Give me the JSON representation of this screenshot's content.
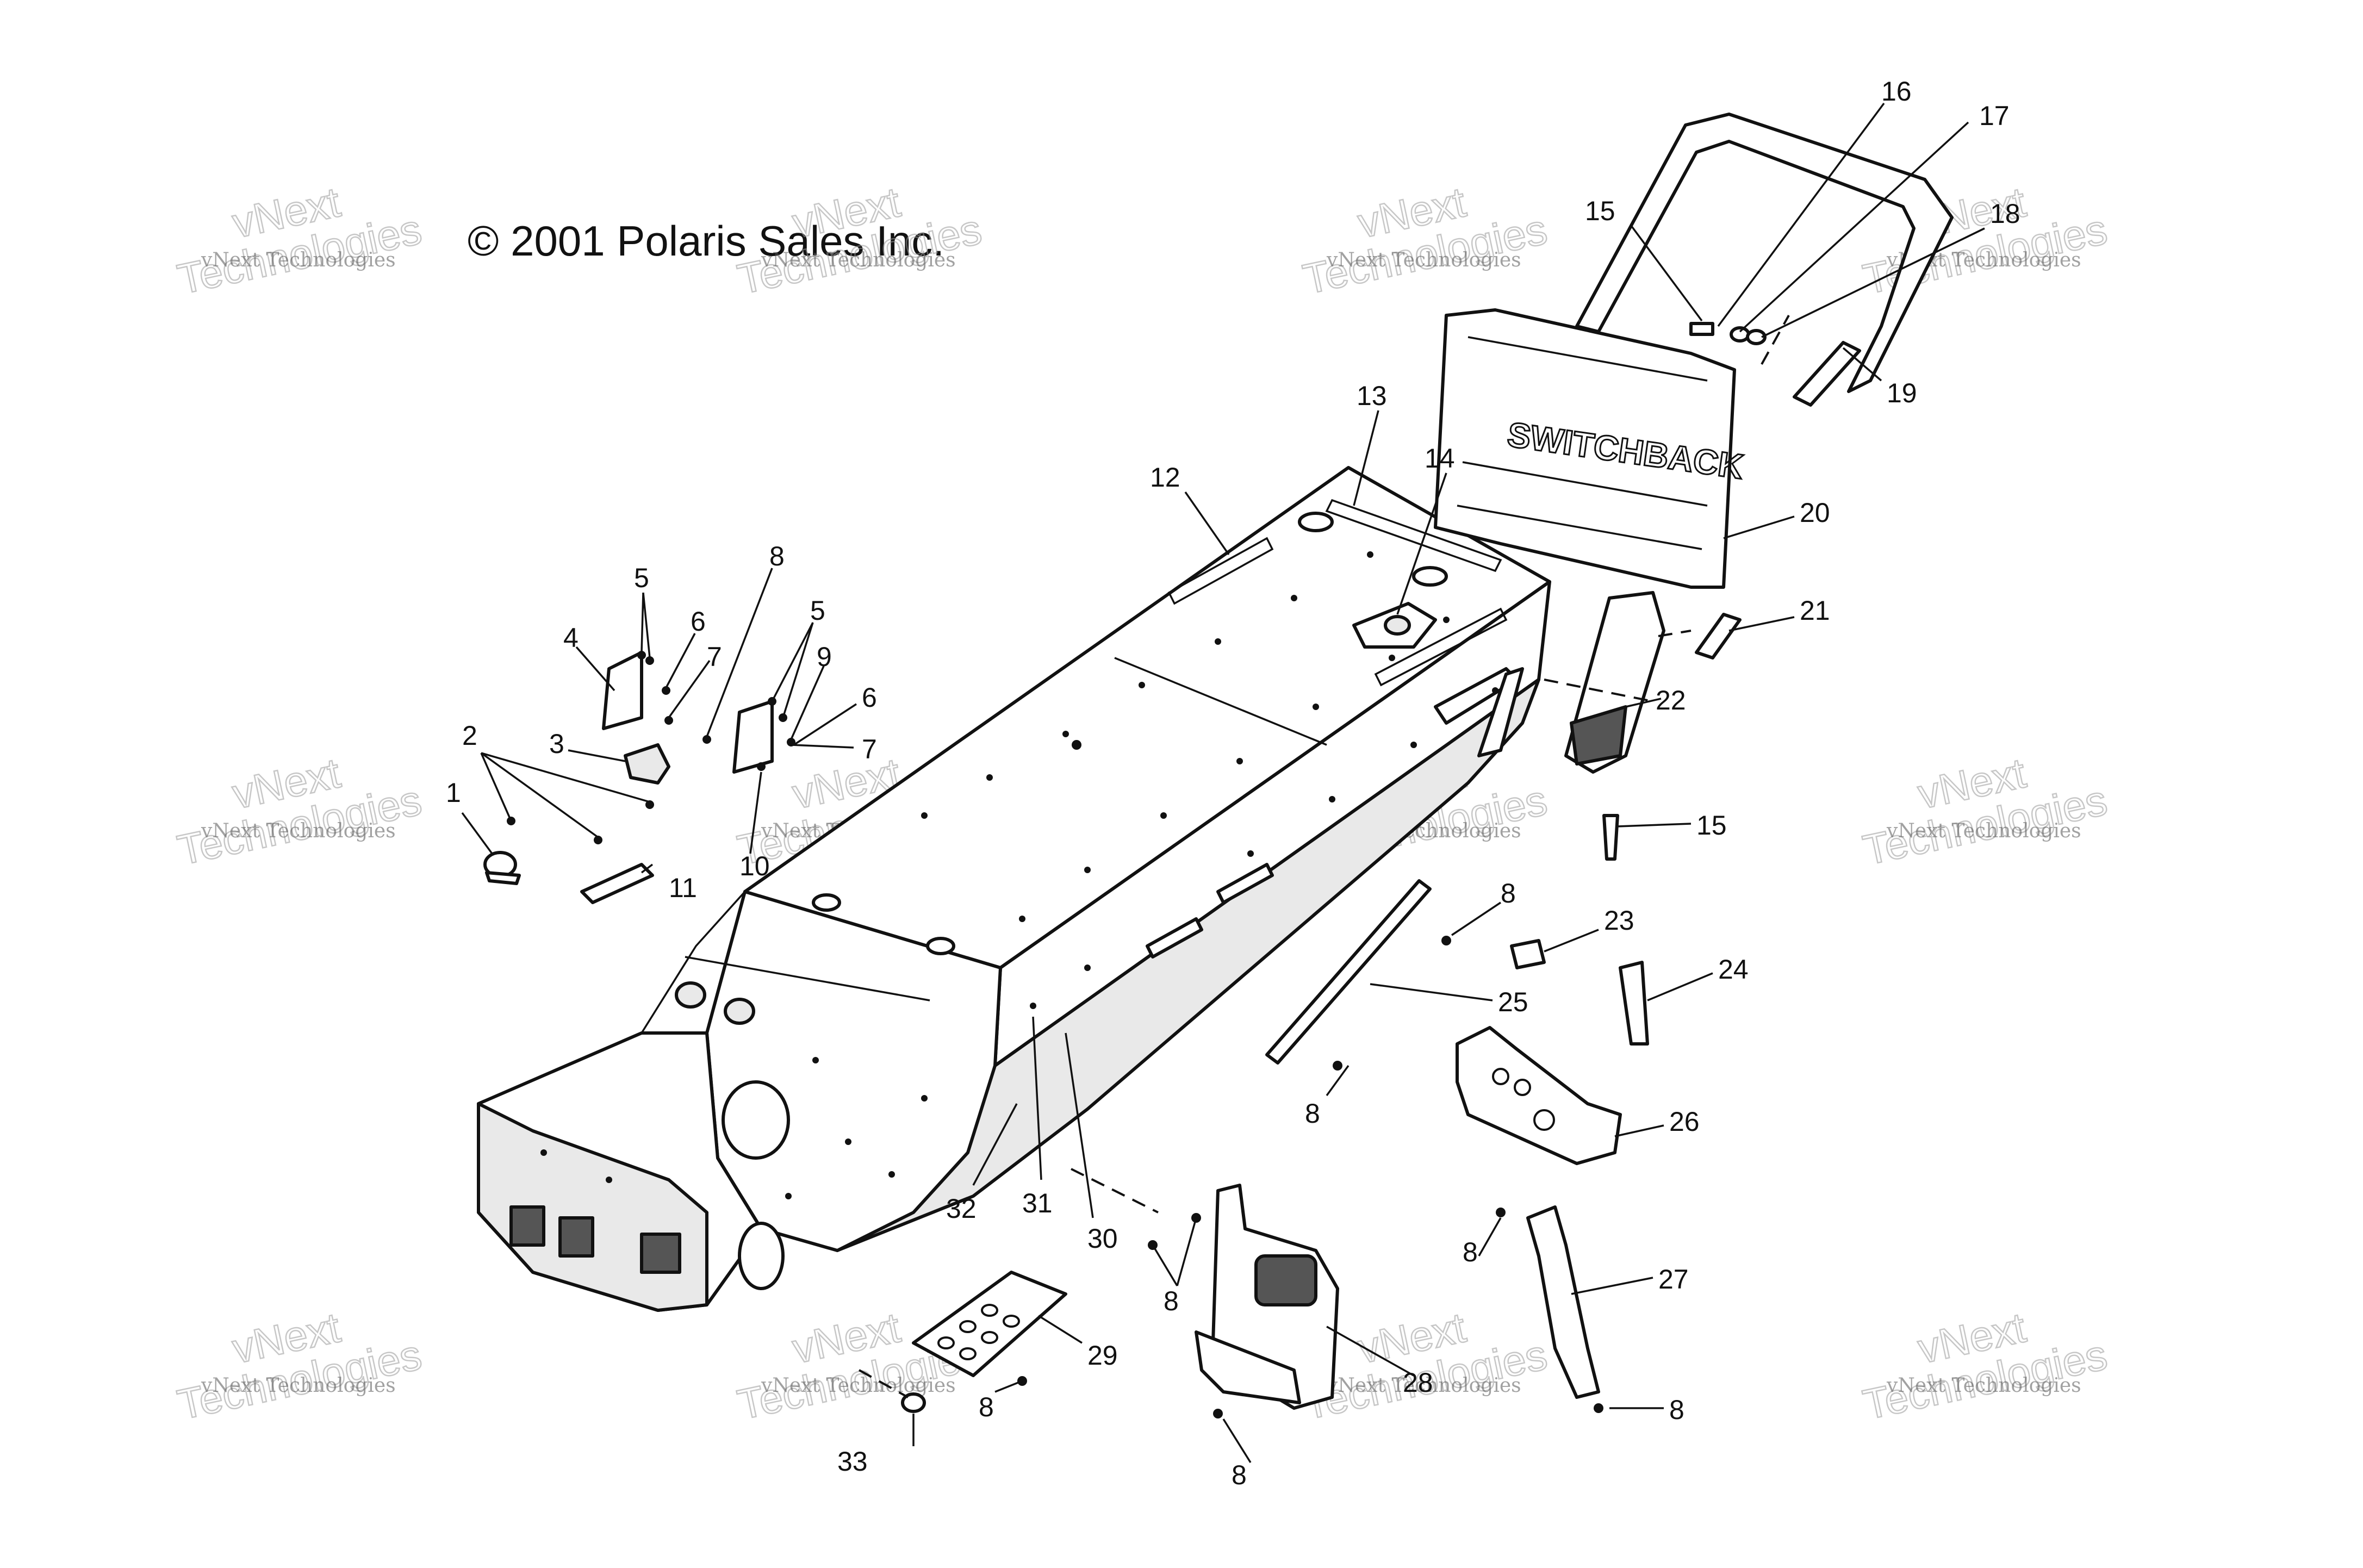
{
  "copyright": "© 2001 Polaris Sales Inc.",
  "watermark": {
    "small_text": "vNext Technologies",
    "big_line1": "vNext",
    "big_line2": "Technologies"
  },
  "callouts": [
    "1",
    "2",
    "3",
    "4",
    "5",
    "5",
    "6",
    "6",
    "7",
    "7",
    "8",
    "8",
    "8",
    "8",
    "8",
    "8",
    "8",
    "8",
    "9",
    "10",
    "11",
    "12",
    "13",
    "14",
    "15",
    "15",
    "16",
    "17",
    "18",
    "19",
    "20",
    "21",
    "22",
    "23",
    "24",
    "25",
    "26",
    "27",
    "28",
    "29",
    "30",
    "31",
    "32",
    "33"
  ],
  "decal_text": "SWITCHBACK"
}
